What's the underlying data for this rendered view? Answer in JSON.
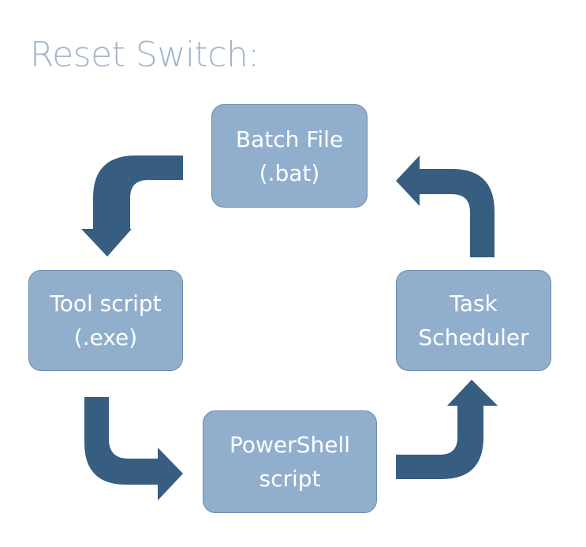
{
  "title": "Reset Switch:",
  "nodes": {
    "batch": {
      "line1": "Batch File",
      "line2": "(.bat)"
    },
    "tool": {
      "line1": "Tool script",
      "line2": "(.exe)"
    },
    "powershell": {
      "line1": "PowerShell",
      "line2": "script"
    },
    "task": {
      "line1": "Task",
      "line2": "Scheduler"
    }
  },
  "colors": {
    "title": "#9fb4cc",
    "node_fill": "#91afcd",
    "node_border": "#6c8bad",
    "node_text": "#ffffff",
    "arrow": "#375d80"
  },
  "flow": [
    {
      "from": "batch",
      "to": "tool"
    },
    {
      "from": "tool",
      "to": "powershell"
    },
    {
      "from": "powershell",
      "to": "task"
    },
    {
      "from": "task",
      "to": "batch"
    }
  ]
}
